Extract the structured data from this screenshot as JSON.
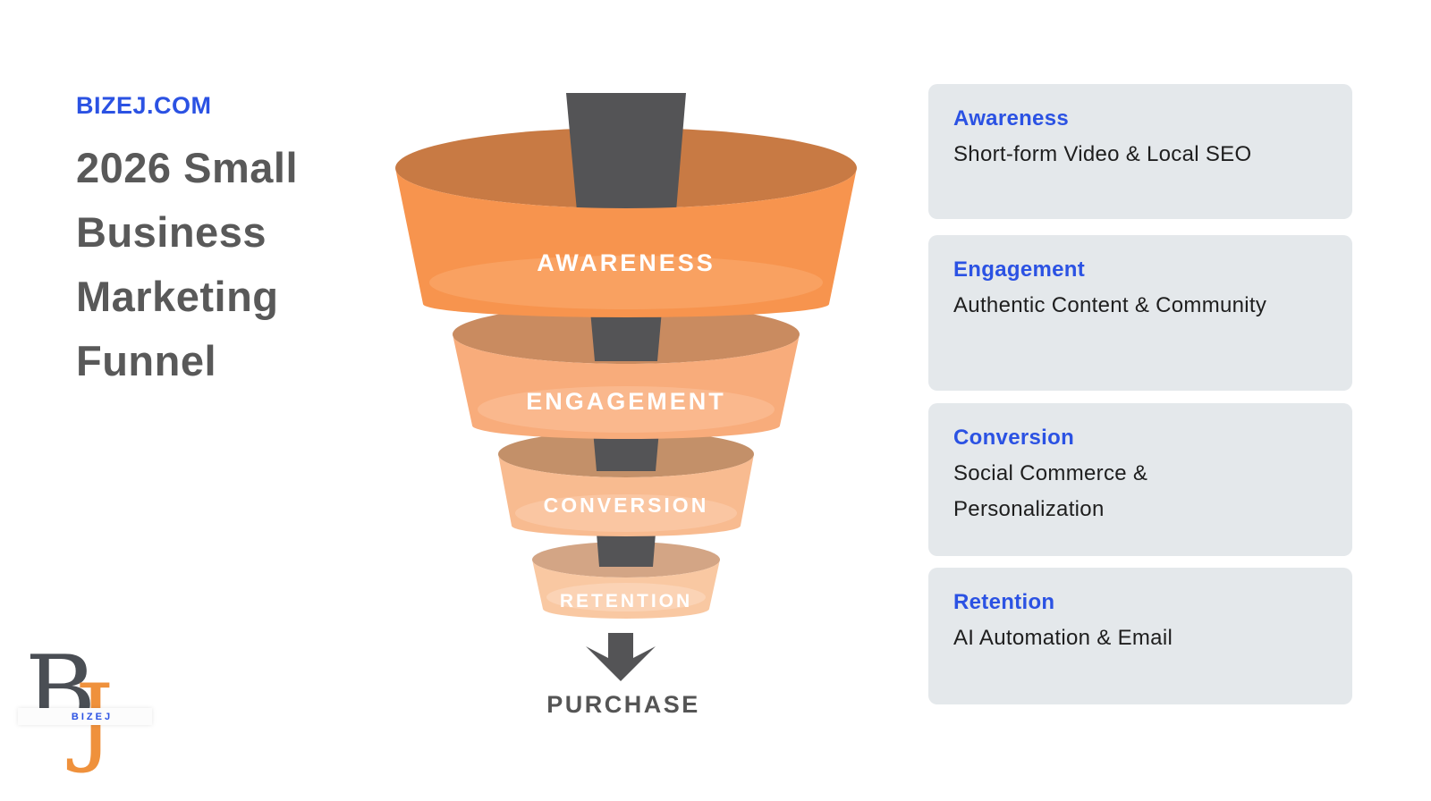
{
  "page": {
    "background": "#FFFFFF"
  },
  "header": {
    "site": "BIZEJ.COM",
    "site_color": "#2B52E3",
    "title": "2026 Small\nBusiness\nMarketing\nFunnel",
    "title_color": "#595959"
  },
  "funnel": {
    "stages": [
      {
        "label": "AWARENESS",
        "wall_color": "#F7944E",
        "rim_color": "#C87A44",
        "inner_color": "#F9A161"
      },
      {
        "label": "ENGAGEMENT",
        "wall_color": "#F8AC7B",
        "rim_color": "#C98B60",
        "inner_color": "#FAB88D"
      },
      {
        "label": "CONVERSION",
        "wall_color": "#F8BB90",
        "rim_color": "#C39069",
        "inner_color": "#FAC6A2"
      },
      {
        "label": "RETENTION",
        "wall_color": "#F9C8A2",
        "rim_color": "#D3A585",
        "inner_color": "#FBD3B5"
      }
    ],
    "label_color": "#FFFFFF",
    "arrow_color": "#545456",
    "outcome_label": "PURCHASE",
    "outcome_color": "#555555"
  },
  "cards": [
    {
      "title": "Awareness",
      "description": "Short-form Video & Local SEO"
    },
    {
      "title": "Engagement",
      "description": "Authentic Content & Community"
    },
    {
      "title": "Conversion",
      "description": "Social Commerce &\nPersonalization"
    },
    {
      "title": "Retention",
      "description": "AI Automation & Email"
    }
  ],
  "card_style": {
    "background": "#E4E8EB",
    "title_color": "#2B52E3",
    "text_color": "#1E1E1E"
  },
  "logo": {
    "monogram_b": "B",
    "monogram_j": "J",
    "wordmark": "BIZEJ",
    "b_color": "#4A4E54",
    "j_color": "#EF913C",
    "wordmark_color": "#2B52E3"
  }
}
